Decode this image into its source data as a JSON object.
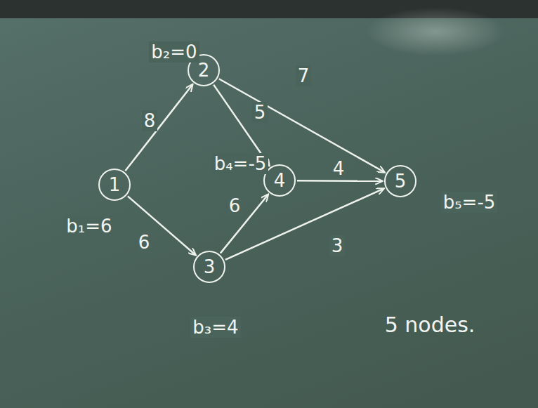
{
  "diagram": {
    "nodes": [
      {
        "text": [
          "1"
        ]
      },
      {
        "text": [
          "2"
        ]
      },
      {
        "text": [
          "3"
        ]
      },
      {
        "text": [
          "4"
        ]
      },
      {
        "text": [
          "5"
        ]
      }
    ],
    "edges": [
      {
        "from": 0,
        "to": 1,
        "label": "8",
        "arrow": "to"
      },
      {
        "from": 0,
        "to": 2,
        "label": "6",
        "arrow": "to"
      },
      {
        "from": 1,
        "to": 3,
        "label": "5",
        "arrow": "to"
      },
      {
        "from": 1,
        "to": 4,
        "label": "7",
        "arrow": "to"
      },
      {
        "from": 2,
        "to": 3,
        "label": "6",
        "arrow": "to"
      },
      {
        "from": 3,
        "to": 4,
        "label": "4",
        "arrow": "to"
      },
      {
        "from": 2,
        "to": 4,
        "label": "3",
        "arrow": "to"
      }
    ],
    "labels": [
      "b₂=0",
      "b₁=6",
      "b₄=-5",
      "b₅=-5",
      "b₃=4",
      "5 nodes."
    ]
  }
}
